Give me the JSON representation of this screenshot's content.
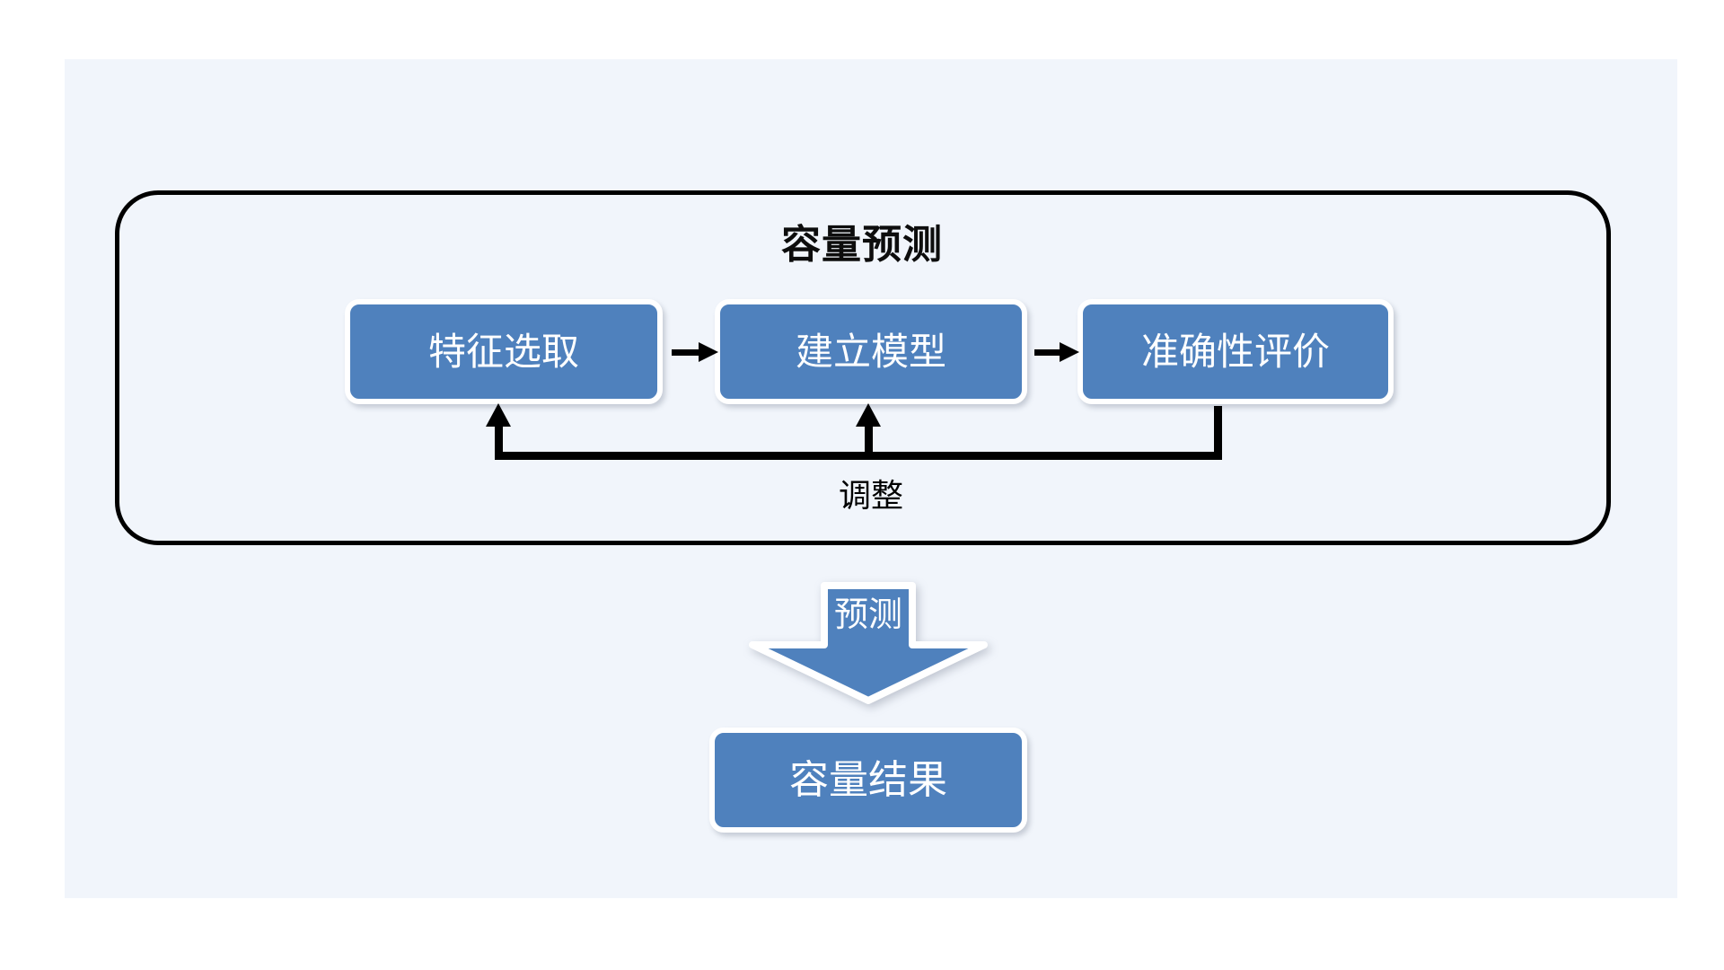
{
  "diagram": {
    "title": "容量预测",
    "group_label": "容量预测",
    "process_steps": [
      {
        "id": "feature-selection",
        "label": "特征选取"
      },
      {
        "id": "build-model",
        "label": "建立模型"
      },
      {
        "id": "accuracy-evaluation",
        "label": "准确性评价"
      }
    ],
    "flow_arrows": [
      {
        "id": "feature-to-model",
        "symbol": "→"
      },
      {
        "id": "model-to-accuracy",
        "symbol": "→"
      }
    ],
    "feedback": {
      "label": "调整",
      "from": "准确性评价",
      "to": [
        "特征选取",
        "建立模型"
      ]
    },
    "predict_arrow": {
      "label": "预测",
      "direction": "down"
    },
    "result": {
      "id": "capacity-result",
      "label": "容量结果"
    }
  },
  "colors": {
    "page_background": "#ffffff",
    "panel_background": "#f1f5fb",
    "box_fill": "#4f81bd",
    "box_border": "#ffffff",
    "box_text": "#ffffff",
    "line": "#000000",
    "title_text": "#0d0d0d"
  }
}
